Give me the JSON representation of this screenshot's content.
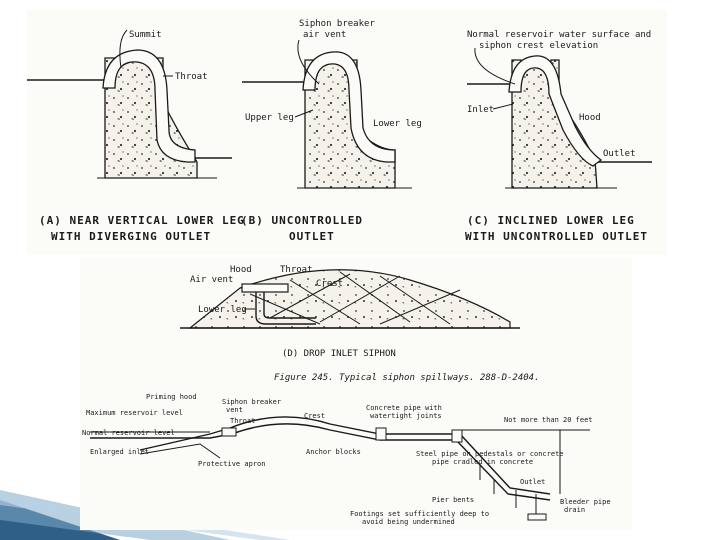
{
  "top": {
    "a": {
      "labels": {
        "summit": "Summit",
        "throat": "Throat"
      },
      "caption": [
        "(A) NEAR VERTICAL LOWER LEG",
        "WITH DIVERGING OUTLET"
      ]
    },
    "b": {
      "labels": {
        "breaker": [
          "Siphon breaker",
          "air vent"
        ],
        "upper_leg": "Upper leg",
        "lower_leg": "Lower leg"
      },
      "caption": [
        "(B) UNCONTROLLED",
        "OUTLET"
      ]
    },
    "c": {
      "labels": {
        "reservoir": [
          "Normal reservoir water surface and",
          "siphon crest elevation"
        ],
        "inlet": "Inlet",
        "hood": "Hood",
        "outlet": "Outlet"
      },
      "caption": [
        "(C) INCLINED LOWER LEG",
        "WITH UNCONTROLLED OUTLET"
      ]
    }
  },
  "bottom": {
    "d": {
      "labels": {
        "hood": "Hood",
        "throat": "Throat",
        "air_vent": "Air vent",
        "crest": "Crest",
        "lower_leg": "Lower leg"
      },
      "caption": "(D) DROP INLET SIPHON"
    },
    "figure_caption": "Figure 245.   Typical siphon spillways.   288-D-2404.",
    "profile": {
      "labels": {
        "priming": "Priming hood",
        "max_level": "Maximum reservoir level",
        "normal_level": "Normal reservoir level",
        "enlarged": "Enlarged inlet",
        "breaker": [
          "Siphon breaker",
          "vent"
        ],
        "throat": "Throat",
        "crest": "Crest",
        "concrete_pipe": [
          "Concrete pipe with",
          "watertight joints"
        ],
        "apron": "Protective apron",
        "anchor": "Anchor blocks",
        "not_more": "Not more than 20 feet",
        "steel_pipe": [
          "Steel pipe on pedestals or concrete",
          "pipe cradled in concrete"
        ],
        "outlet": "Outlet",
        "pier": "Pier bents",
        "bleeder": [
          "Bleeder pipe",
          "drain"
        ],
        "footings": [
          "Footings set sufficiently deep to",
          "avoid being undermined"
        ]
      }
    }
  }
}
